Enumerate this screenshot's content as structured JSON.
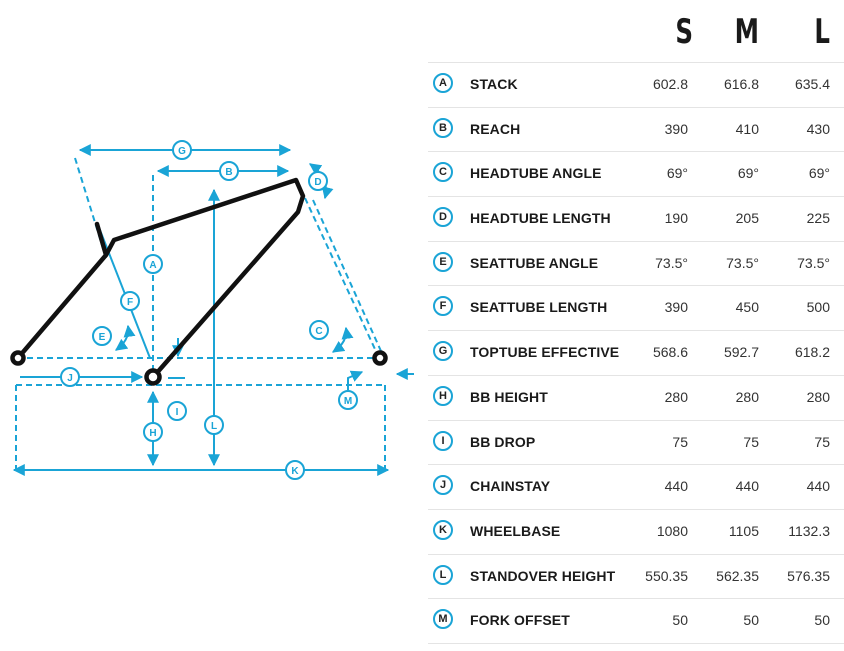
{
  "sizes": [
    "S",
    "M",
    "L"
  ],
  "diagram_letters": [
    "A",
    "B",
    "C",
    "D",
    "E",
    "F",
    "G",
    "H",
    "I",
    "J",
    "K",
    "L",
    "M"
  ],
  "colors": {
    "accent": "#1aa4d6",
    "frame": "#111111",
    "divider": "#e4e4e4"
  },
  "rows": [
    {
      "letter": "A",
      "label": "STACK",
      "values": [
        "602.8",
        "616.8",
        "635.4"
      ]
    },
    {
      "letter": "B",
      "label": "REACH",
      "values": [
        "390",
        "410",
        "430"
      ]
    },
    {
      "letter": "C",
      "label": "HEADTUBE ANGLE",
      "values": [
        "69°",
        "69°",
        "69°"
      ]
    },
    {
      "letter": "D",
      "label": "HEADTUBE LENGTH",
      "values": [
        "190",
        "205",
        "225"
      ]
    },
    {
      "letter": "E",
      "label": "SEATTUBE ANGLE",
      "values": [
        "73.5°",
        "73.5°",
        "73.5°"
      ]
    },
    {
      "letter": "F",
      "label": "SEATTUBE LENGTH",
      "values": [
        "390",
        "450",
        "500"
      ]
    },
    {
      "letter": "G",
      "label": "TOPTUBE EFFECTIVE",
      "values": [
        "568.6",
        "592.7",
        "618.2"
      ]
    },
    {
      "letter": "H",
      "label": "BB HEIGHT",
      "values": [
        "280",
        "280",
        "280"
      ]
    },
    {
      "letter": "I",
      "label": "BB DROP",
      "values": [
        "75",
        "75",
        "75"
      ]
    },
    {
      "letter": "J",
      "label": "CHAINSTAY",
      "values": [
        "440",
        "440",
        "440"
      ]
    },
    {
      "letter": "K",
      "label": "WHEELBASE",
      "values": [
        "1080",
        "1105",
        "1132.3"
      ]
    },
    {
      "letter": "L",
      "label": "STANDOVER HEIGHT",
      "values": [
        "550.35",
        "562.35",
        "576.35"
      ]
    },
    {
      "letter": "M",
      "label": "FORK OFFSET",
      "values": [
        "50",
        "50",
        "50"
      ]
    }
  ]
}
